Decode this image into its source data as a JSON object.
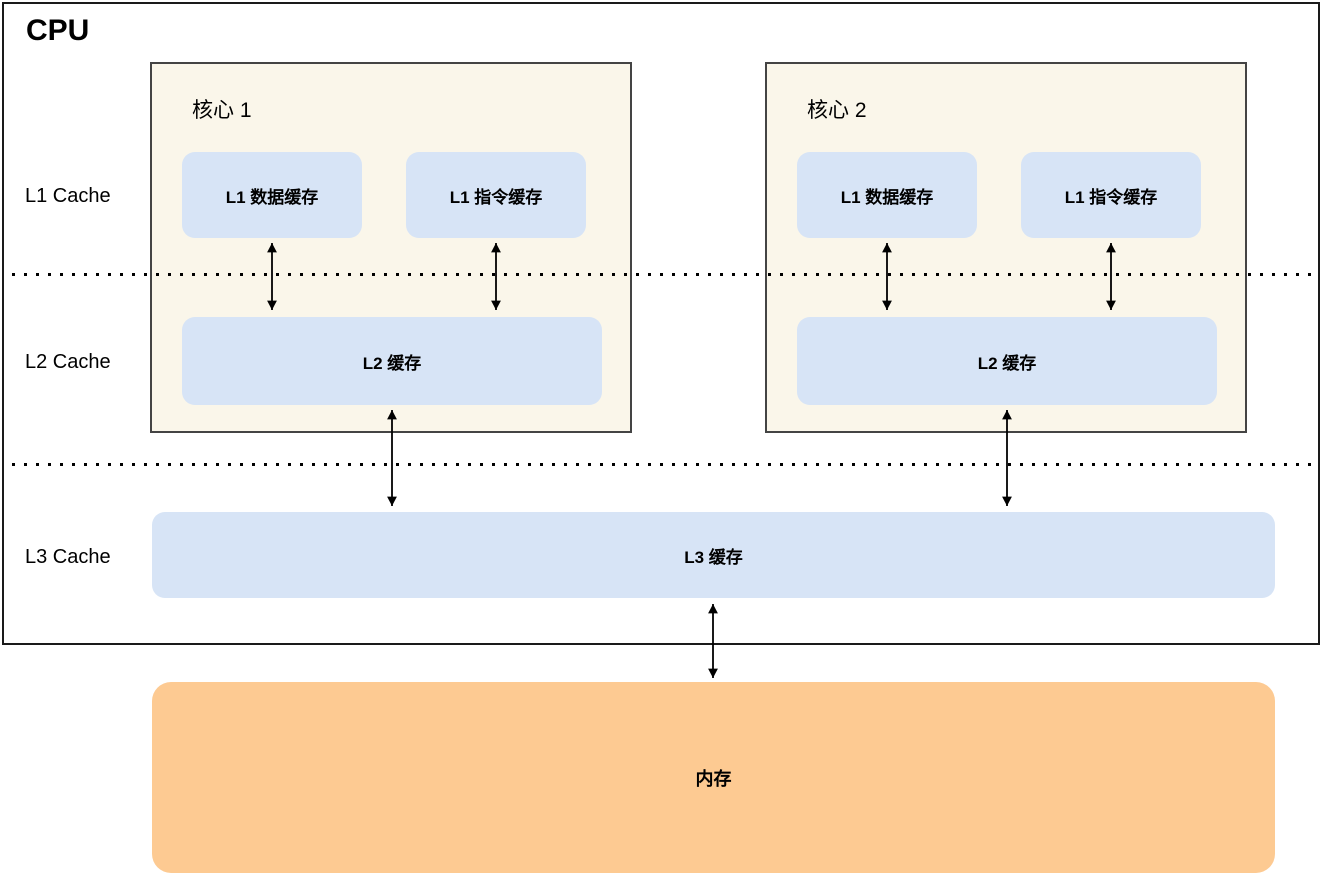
{
  "diagram": {
    "type": "cpu-cache-hierarchy"
  },
  "cpu": {
    "title": "CPU"
  },
  "level_labels": [
    {
      "label": "L1 Cache"
    },
    {
      "label": "L2 Cache"
    },
    {
      "label": "L3 Cache"
    }
  ],
  "cores": [
    {
      "title": "核心 1",
      "l1_data": "L1 数据缓存",
      "l1_instruction": "L1 指令缓存",
      "l2": "L2 缓存"
    },
    {
      "title": "核心 2",
      "l1_data": "L1 数据缓存",
      "l1_instruction": "L1 指令缓存",
      "l2": "L2 缓存"
    }
  ],
  "l3_cache": {
    "label": "L3 缓存"
  },
  "memory": {
    "label": "内存"
  },
  "colors": {
    "core_background": "#faf6ea",
    "cache_fill": "#d7e4f6",
    "memory_fill": "#fdca92",
    "border_dark": "#1a1a1a",
    "core_border": "#444444",
    "line": "#000000"
  }
}
